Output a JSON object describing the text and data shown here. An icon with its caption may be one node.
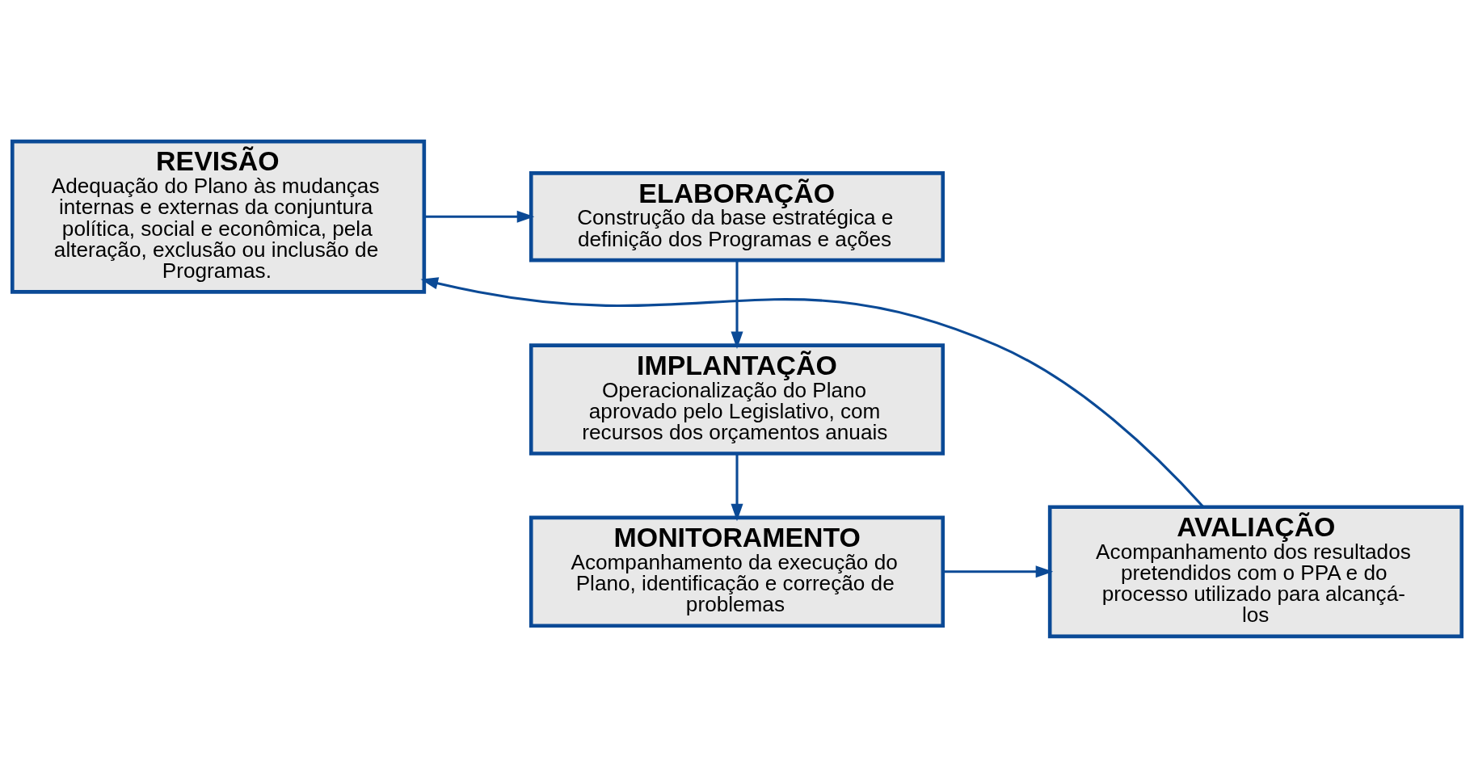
{
  "diagram": {
    "nodes": [
      {
        "text": [
          "ELABORAÇÃO",
          "Construção da base estratégica e definição dos Programas e ações"
        ]
      },
      {
        "text": [
          "IMPLANTAÇÃO",
          "Operacionalização do Plano aprovado pelo Legislativo, com recursos dos orçamentos anuais"
        ]
      },
      {
        "text": [
          "MONITORAMENTO",
          "Acompanhamento da execução do Plano, identificação e correção de problemas"
        ]
      },
      {
        "text": [
          "AVALIAÇÃO",
          "Acompanhamento dos resultados pretendidos com o PPA e do processo utilizado para alcançá-los"
        ]
      },
      {
        "text": [
          "REVISÃO",
          "Adequação do Plano às mudanças internas e externas da conjuntura política, social e econômica, pela alteração, exclusão ou inclusão de Programas."
        ]
      }
    ],
    "edges": [
      {
        "from": 0,
        "to": 1,
        "arrow": "to"
      },
      {
        "from": 1,
        "to": 2,
        "arrow": "to"
      },
      {
        "from": 2,
        "to": 3,
        "arrow": "to"
      },
      {
        "from": 3,
        "to": 4,
        "arrow": "to"
      },
      {
        "from": 4,
        "to": 0,
        "arrow": "to"
      }
    ]
  }
}
